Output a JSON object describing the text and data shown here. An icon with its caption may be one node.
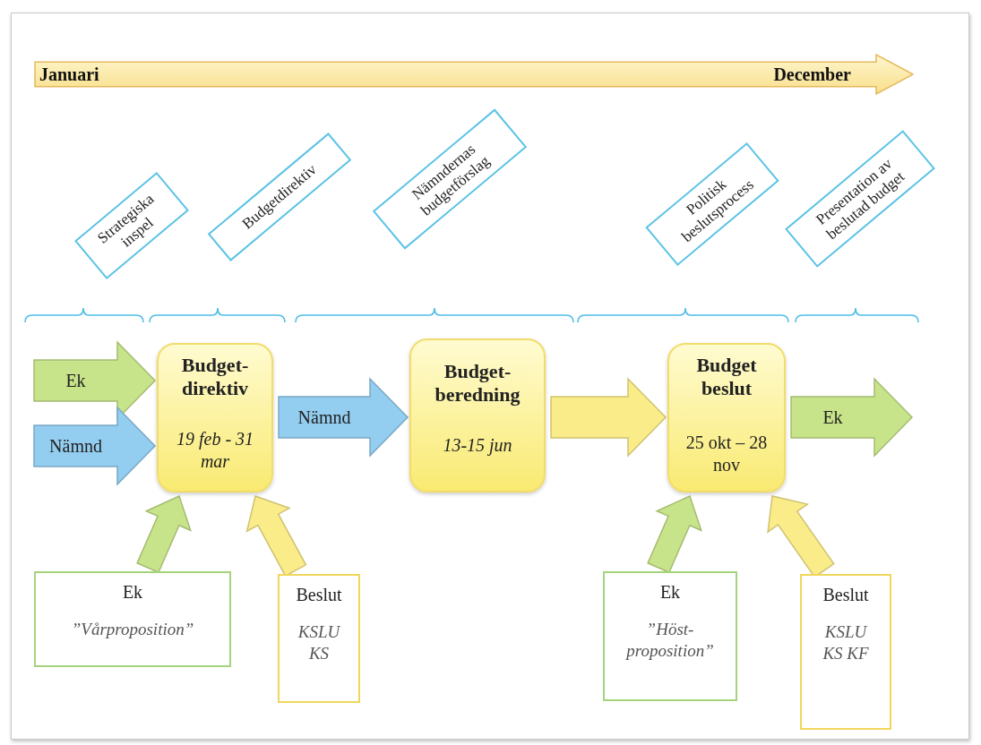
{
  "diagram": {
    "nodes": [
      {
        "text": [
          "Januari",
          "December"
        ]
      },
      {
        "text": [
          "Strategiska inspel"
        ]
      },
      {
        "text": [
          "Budgetdirektiv"
        ]
      },
      {
        "text": [
          "Nämndernas budgetförslag"
        ]
      },
      {
        "text": [
          "Politisk beslutsprocess"
        ]
      },
      {
        "text": [
          "Presentation av beslutad budget"
        ]
      },
      {
        "text": [
          "Budget- direktiv",
          "19 feb - 31 mar"
        ]
      },
      {
        "text": [
          "Budget- beredning",
          "13-15 jun"
        ]
      },
      {
        "text": [
          "Budget beslut",
          "25 okt – 28 nov"
        ]
      },
      {
        "text": [
          "Ek",
          "”Vårproposition”"
        ]
      },
      {
        "text": [
          "Beslut",
          "KSLU KS"
        ]
      },
      {
        "text": [
          "Ek",
          "”Höst- proposition”"
        ]
      },
      {
        "text": [
          "Beslut",
          "KSLU KS KF"
        ]
      }
    ],
    "edges": [
      {
        "from": null,
        "to": 6,
        "arrow": "to",
        "label": "Ek",
        "color": "#c8e48a"
      },
      {
        "from": null,
        "to": 6,
        "arrow": "to",
        "label": "Nämnd",
        "color": "#93cdf0"
      },
      {
        "from": 6,
        "to": 7,
        "arrow": "to",
        "label": "Nämnd",
        "color": "#93cdf0"
      },
      {
        "from": 7,
        "to": 8,
        "arrow": "to",
        "color": "#fbec8a"
      },
      {
        "from": 8,
        "to": null,
        "arrow": "to",
        "label": "Ek",
        "color": "#c8e48a"
      },
      {
        "from": 9,
        "to": 6,
        "arrow": "to",
        "color": "#c8e48a"
      },
      {
        "from": 10,
        "to": 6,
        "arrow": "to",
        "color": "#fbec8a"
      },
      {
        "from": 11,
        "to": 8,
        "arrow": "to",
        "color": "#c8e48a"
      },
      {
        "from": 12,
        "to": 8,
        "arrow": "to",
        "color": "#fbec8a"
      }
    ]
  }
}
